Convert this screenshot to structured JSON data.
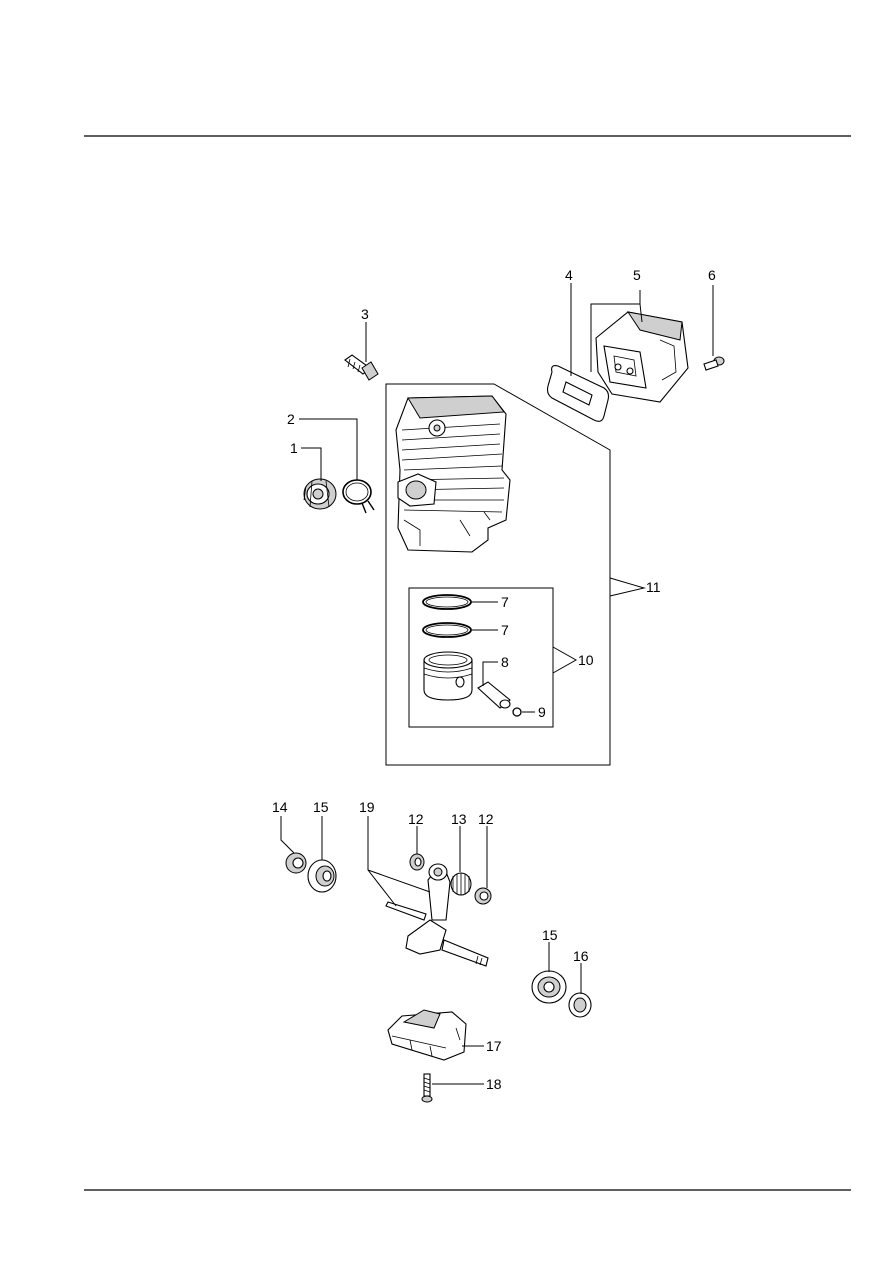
{
  "callouts": {
    "c1": "1",
    "c2": "2",
    "c3": "3",
    "c4": "4",
    "c5": "5",
    "c6": "6",
    "c7a": "7",
    "c7b": "7",
    "c8": "8",
    "c9": "9",
    "c10": "10",
    "c11": "11",
    "c12a": "12",
    "c12b": "12",
    "c13": "13",
    "c14": "14",
    "c15a": "15",
    "c15b": "15",
    "c16": "16",
    "c17": "17",
    "c18": "18",
    "c19": "19"
  }
}
